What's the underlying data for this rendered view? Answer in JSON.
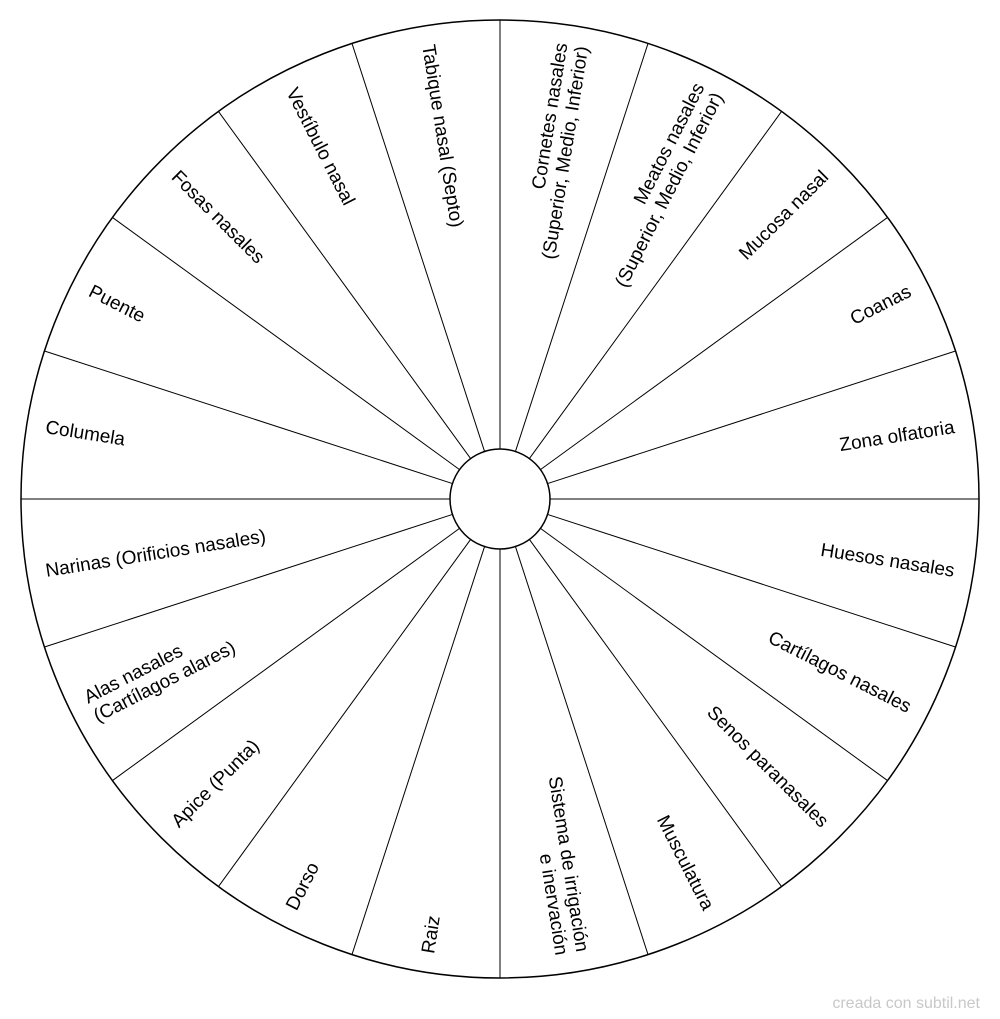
{
  "wheel": {
    "segments": [
      {
        "lines": [
          "Cornetes nasales",
          "(Superior, Medio, Inferior)"
        ]
      },
      {
        "lines": [
          "Meatos nasales",
          "(Superior, Medio, Inferior)"
        ]
      },
      {
        "lines": [
          "Mucosa nasal"
        ]
      },
      {
        "lines": [
          "Coanas"
        ]
      },
      {
        "lines": [
          "Zona olfatoria"
        ]
      },
      {
        "lines": [
          "Huesos nasales"
        ]
      },
      {
        "lines": [
          "Cartílagos nasales"
        ]
      },
      {
        "lines": [
          "Senos paranasales"
        ]
      },
      {
        "lines": [
          "Musculatura"
        ]
      },
      {
        "lines": [
          "Sistema de irrigación",
          "e inervación"
        ]
      },
      {
        "lines": [
          "Raiz"
        ]
      },
      {
        "lines": [
          "Dorso"
        ]
      },
      {
        "lines": [
          "Apice (Punta)"
        ]
      },
      {
        "lines": [
          "Alas nasales",
          "(Cartílagos alares)"
        ]
      },
      {
        "lines": [
          "Narinas (Orificios nasales)"
        ]
      },
      {
        "lines": [
          "Columela"
        ]
      },
      {
        "lines": [
          "Puente"
        ]
      },
      {
        "lines": [
          "Fosas nasales"
        ]
      },
      {
        "lines": [
          "Vestíbulo nasal"
        ]
      },
      {
        "lines": [
          "Tabique nasal (Septo)"
        ]
      }
    ]
  },
  "footer": "creada con subtil.net"
}
